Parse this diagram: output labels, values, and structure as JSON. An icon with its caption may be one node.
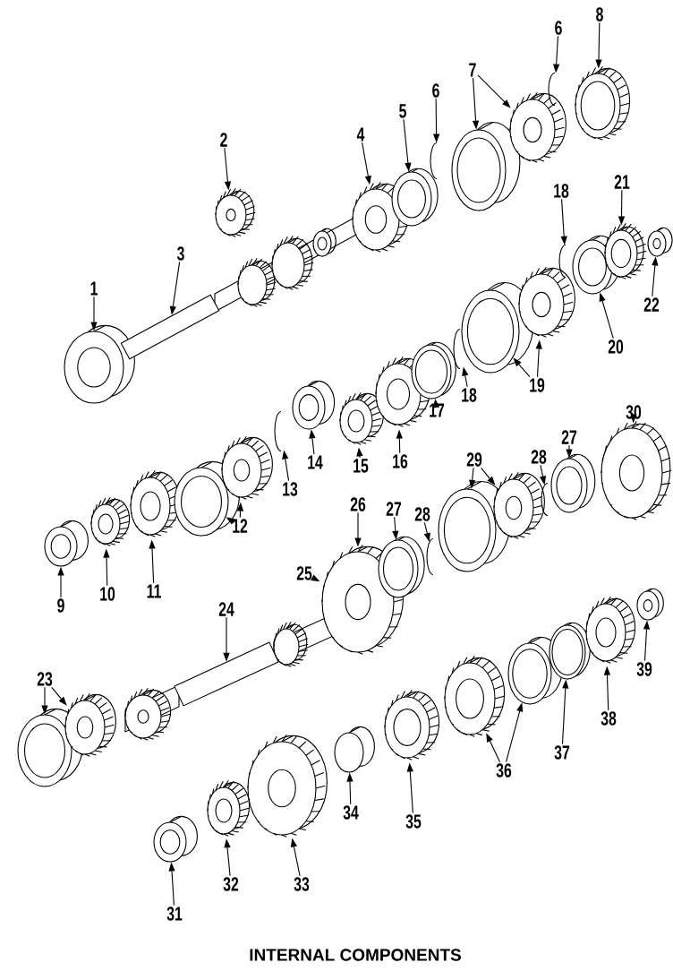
{
  "diagram": {
    "caption": "INTERNAL COMPONENTS",
    "nodes": [
      {
        "text": [
          "1"
        ]
      },
      {
        "text": [
          "2"
        ]
      },
      {
        "text": [
          "3"
        ]
      },
      {
        "text": [
          "4"
        ]
      },
      {
        "text": [
          "5"
        ]
      },
      {
        "text": [
          "6"
        ]
      },
      {
        "text": [
          "7"
        ]
      },
      {
        "text": [
          "6"
        ]
      },
      {
        "text": [
          "8"
        ]
      },
      {
        "text": [
          "9"
        ]
      },
      {
        "text": [
          "10"
        ]
      },
      {
        "text": [
          "11"
        ]
      },
      {
        "text": [
          "12"
        ]
      },
      {
        "text": [
          "13"
        ]
      },
      {
        "text": [
          "14"
        ]
      },
      {
        "text": [
          "15"
        ]
      },
      {
        "text": [
          "16"
        ]
      },
      {
        "text": [
          "17"
        ]
      },
      {
        "text": [
          "18"
        ]
      },
      {
        "text": [
          "18"
        ]
      },
      {
        "text": [
          "19"
        ]
      },
      {
        "text": [
          "20"
        ]
      },
      {
        "text": [
          "21"
        ]
      },
      {
        "text": [
          "22"
        ]
      },
      {
        "text": [
          "23"
        ]
      },
      {
        "text": [
          "24"
        ]
      },
      {
        "text": [
          "25"
        ]
      },
      {
        "text": [
          "26"
        ]
      },
      {
        "text": [
          "27"
        ]
      },
      {
        "text": [
          "28"
        ]
      },
      {
        "text": [
          "29"
        ]
      },
      {
        "text": [
          "28"
        ]
      },
      {
        "text": [
          "27"
        ]
      },
      {
        "text": [
          "30"
        ]
      },
      {
        "text": [
          "31"
        ]
      },
      {
        "text": [
          "32"
        ]
      },
      {
        "text": [
          "33"
        ]
      },
      {
        "text": [
          "34"
        ]
      },
      {
        "text": [
          "35"
        ]
      },
      {
        "text": [
          "36"
        ]
      },
      {
        "text": [
          "37"
        ]
      },
      {
        "text": [
          "38"
        ]
      },
      {
        "text": [
          "39"
        ]
      },
      {
        "text": [],
        "shape": "picture"
      },
      {
        "text": [],
        "shape": "picture"
      },
      {
        "text": [],
        "shape": "picture"
      },
      {
        "text": [],
        "shape": "picture"
      },
      {
        "text": [],
        "shape": "picture"
      },
      {
        "text": [],
        "shape": "picture"
      },
      {
        "text": [],
        "shape": "picture"
      },
      {
        "text": [],
        "shape": "picture"
      },
      {
        "text": [],
        "shape": "picture"
      },
      {
        "text": [],
        "shape": "picture"
      },
      {
        "text": [],
        "shape": "picture"
      },
      {
        "text": [],
        "shape": "picture"
      },
      {
        "text": [],
        "shape": "picture"
      },
      {
        "text": [],
        "shape": "picture"
      },
      {
        "text": [],
        "shape": "picture"
      },
      {
        "text": [],
        "shape": "picture"
      },
      {
        "text": [],
        "shape": "picture"
      },
      {
        "text": [],
        "shape": "picture"
      },
      {
        "text": [],
        "shape": "picture"
      },
      {
        "text": [],
        "shape": "picture"
      },
      {
        "text": [],
        "shape": "picture"
      },
      {
        "text": [],
        "shape": "picture"
      },
      {
        "text": [],
        "shape": "picture"
      },
      {
        "text": [],
        "shape": "picture"
      },
      {
        "text": [],
        "shape": "picture"
      },
      {
        "text": [],
        "shape": "picture"
      },
      {
        "text": [],
        "shape": "picture"
      },
      {
        "text": [],
        "shape": "picture"
      },
      {
        "text": [],
        "shape": "picture"
      },
      {
        "text": [],
        "shape": "picture"
      },
      {
        "text": [],
        "shape": "picture"
      },
      {
        "text": [],
        "shape": "picture"
      },
      {
        "text": [],
        "shape": "picture"
      },
      {
        "text": [],
        "shape": "picture"
      },
      {
        "text": [],
        "shape": "picture"
      },
      {
        "text": [],
        "shape": "picture"
      },
      {
        "text": [],
        "shape": "picture"
      },
      {
        "text": [],
        "shape": "picture"
      },
      {
        "text": [],
        "shape": "picture"
      },
      {
        "text": [],
        "shape": "picture"
      },
      {
        "text": [],
        "shape": "picture"
      },
      {
        "text": [],
        "shape": "picture"
      },
      {
        "text": [],
        "shape": "picture"
      },
      {
        "text": [],
        "shape": "picture"
      },
      {
        "text": [],
        "shape": "picture"
      },
      {
        "text": [],
        "shape": "picture"
      },
      {
        "text": [],
        "shape": "picture"
      },
      {
        "text": [],
        "shape": "picture"
      }
    ],
    "edges": [
      {
        "from": 0,
        "to": 43,
        "arrow": "to"
      },
      {
        "from": 1,
        "to": 44,
        "arrow": "to"
      },
      {
        "from": 2,
        "to": 45,
        "arrow": "to"
      },
      {
        "from": 3,
        "to": 46,
        "arrow": "to"
      },
      {
        "from": 4,
        "to": 47,
        "arrow": "to"
      },
      {
        "from": 5,
        "to": 48,
        "arrow": "to"
      },
      {
        "from": 6,
        "to": 49,
        "arrow": "to"
      },
      {
        "from": 6,
        "to": 50,
        "arrow": "to"
      },
      {
        "from": 7,
        "to": 51,
        "arrow": "to"
      },
      {
        "from": 8,
        "to": 52,
        "arrow": "to"
      },
      {
        "from": 9,
        "to": 53,
        "arrow": "to"
      },
      {
        "from": 10,
        "to": 54,
        "arrow": "to"
      },
      {
        "from": 11,
        "to": 55,
        "arrow": "to"
      },
      {
        "from": 12,
        "to": 56,
        "arrow": "to"
      },
      {
        "from": 12,
        "to": 57,
        "arrow": "to"
      },
      {
        "from": 13,
        "to": 58,
        "arrow": "to"
      },
      {
        "from": 14,
        "to": 59,
        "arrow": "to"
      },
      {
        "from": 15,
        "to": 60,
        "arrow": "to"
      },
      {
        "from": 16,
        "to": 61,
        "arrow": "to"
      },
      {
        "from": 17,
        "to": 62,
        "arrow": "to"
      },
      {
        "from": 18,
        "to": 63,
        "arrow": "to"
      },
      {
        "from": 19,
        "to": 66,
        "arrow": "to"
      },
      {
        "from": 20,
        "to": 64,
        "arrow": "to"
      },
      {
        "from": 20,
        "to": 65,
        "arrow": "to"
      },
      {
        "from": 21,
        "to": 67,
        "arrow": "to"
      },
      {
        "from": 22,
        "to": 68,
        "arrow": "to"
      },
      {
        "from": 23,
        "to": 69,
        "arrow": "to"
      },
      {
        "from": 24,
        "to": 70,
        "arrow": "to"
      },
      {
        "from": 24,
        "to": 71,
        "arrow": "to"
      },
      {
        "from": 25,
        "to": 72,
        "arrow": "to"
      },
      {
        "from": 26,
        "to": 73,
        "arrow": "to"
      },
      {
        "from": 27,
        "to": 73,
        "arrow": "to"
      },
      {
        "from": 28,
        "to": 74,
        "arrow": "to"
      },
      {
        "from": 29,
        "to": 75,
        "arrow": "to"
      },
      {
        "from": 30,
        "to": 76,
        "arrow": "to"
      },
      {
        "from": 30,
        "to": 77,
        "arrow": "to"
      },
      {
        "from": 31,
        "to": 78,
        "arrow": "to"
      },
      {
        "from": 32,
        "to": 79,
        "arrow": "to"
      },
      {
        "from": 33,
        "to": 80,
        "arrow": "to"
      },
      {
        "from": 34,
        "to": 81,
        "arrow": "to"
      },
      {
        "from": 35,
        "to": 82,
        "arrow": "to"
      },
      {
        "from": 36,
        "to": 83,
        "arrow": "to"
      },
      {
        "from": 37,
        "to": 84,
        "arrow": "to"
      },
      {
        "from": 38,
        "to": 85,
        "arrow": "to"
      },
      {
        "from": 39,
        "to": 86,
        "arrow": "to"
      },
      {
        "from": 39,
        "to": 87,
        "arrow": "to"
      },
      {
        "from": 40,
        "to": 88,
        "arrow": "to"
      },
      {
        "from": 41,
        "to": 89,
        "arrow": "to"
      },
      {
        "from": 42,
        "to": 90,
        "arrow": "to"
      }
    ]
  }
}
